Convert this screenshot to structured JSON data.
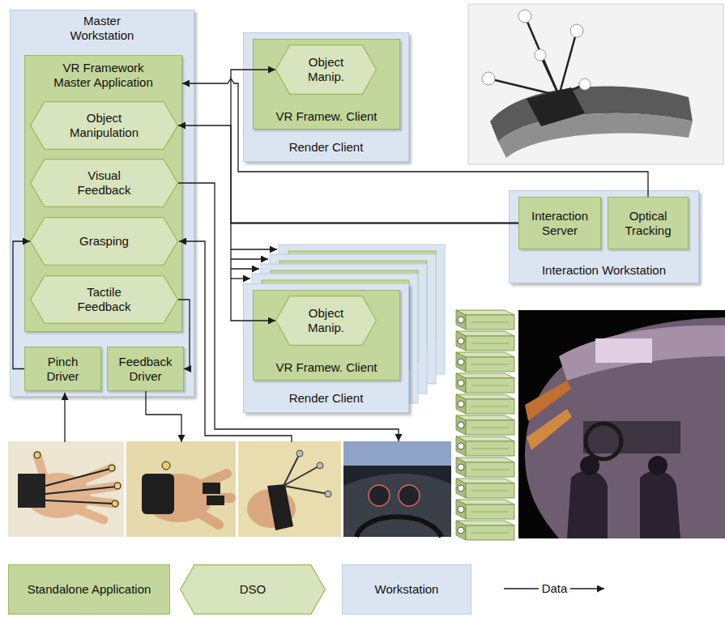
{
  "diagram": {
    "nodes": [
      {
        "text": [
          "Master Workstation"
        ]
      },
      {
        "text": [
          "VR Framework Master Application"
        ],
        "in": 0
      },
      {
        "text": [
          "Object Manipulation"
        ],
        "in": 1
      },
      {
        "text": [
          "Visual Feedback"
        ],
        "in": 1
      },
      {
        "text": [
          "Grasping"
        ],
        "in": 1
      },
      {
        "text": [
          "Tactile Feedback"
        ],
        "in": 1
      },
      {
        "text": [
          "Pinch Driver"
        ],
        "in": 0
      },
      {
        "text": [
          "Feedback Driver"
        ],
        "in": 0
      },
      {
        "text": [
          "Render Client"
        ]
      },
      {
        "text": [
          "VR Framew. Client"
        ],
        "in": 8
      },
      {
        "text": [
          "Object Manip."
        ],
        "in": 9
      },
      {
        "text": [
          "Interaction Workstation"
        ]
      },
      {
        "text": [
          "Interaction Server"
        ],
        "in": 11
      },
      {
        "text": [
          "Optical Tracking"
        ],
        "in": 11
      },
      {
        "text": [
          "Render Client"
        ]
      },
      {
        "text": [
          "VR Framew. Client"
        ],
        "in": 14
      },
      {
        "text": [
          "Object Manip."
        ],
        "in": 15
      }
    ],
    "edges": [
      {
        "from": 6,
        "to": 4,
        "arrow": "to"
      },
      {
        "from": 5,
        "to": 7,
        "arrow": "to"
      },
      {
        "from": 13,
        "to": 1,
        "arrow": "to"
      },
      {
        "from": 12,
        "to": 2,
        "arrow": "to"
      },
      {
        "from": 12,
        "to": 10,
        "arrow": "to"
      },
      {
        "from": 12,
        "to": 16,
        "arrow": "to"
      }
    ],
    "legend": [
      {
        "text": "Standalone Application",
        "color": "#c3d69b"
      },
      {
        "text": "DSO"
      },
      {
        "text": "Workstation",
        "color": "#dbe5f1"
      },
      {
        "text": "Data"
      }
    ]
  }
}
